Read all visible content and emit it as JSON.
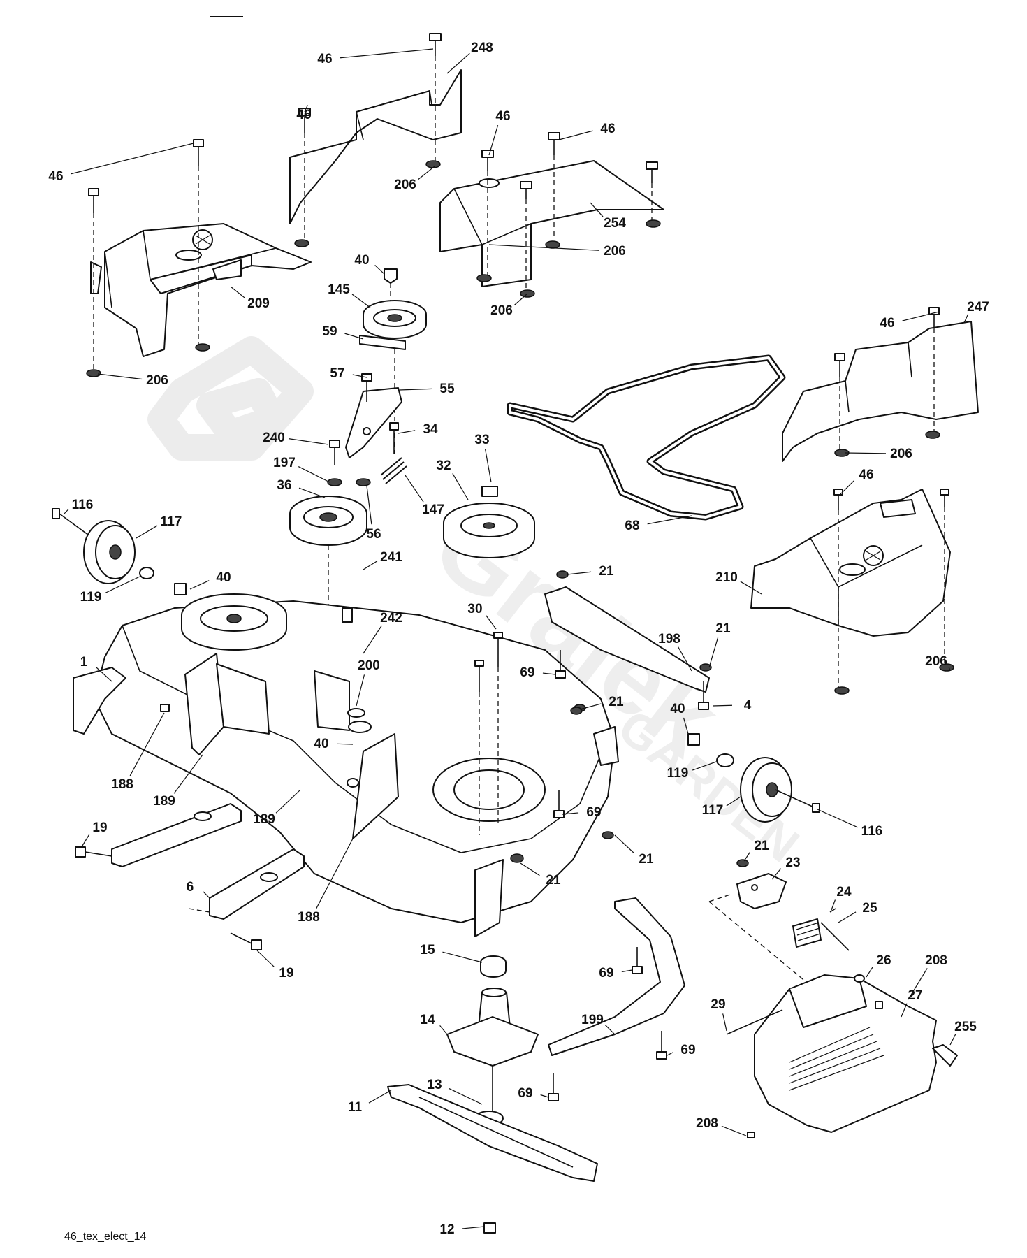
{
  "diagram": {
    "caption": "46_tex_elect_14",
    "callouts": [
      {
        "id": "c-46-a",
        "text": "46"
      },
      {
        "id": "c-248",
        "text": "248"
      },
      {
        "id": "c-46-b",
        "text": "46"
      },
      {
        "id": "c-46-c",
        "text": "46"
      },
      {
        "id": "c-206-a",
        "text": "206"
      },
      {
        "id": "c-209",
        "text": "209"
      },
      {
        "id": "c-206-b",
        "text": "206"
      },
      {
        "id": "c-46-d",
        "text": "46"
      },
      {
        "id": "c-46-e",
        "text": "46"
      },
      {
        "id": "c-254",
        "text": "254"
      },
      {
        "id": "c-206-c",
        "text": "206"
      },
      {
        "id": "c-206-d",
        "text": "206"
      },
      {
        "id": "c-40-a",
        "text": "40"
      },
      {
        "id": "c-145",
        "text": "145"
      },
      {
        "id": "c-59",
        "text": "59"
      },
      {
        "id": "c-57",
        "text": "57"
      },
      {
        "id": "c-55",
        "text": "55"
      },
      {
        "id": "c-34",
        "text": "34"
      },
      {
        "id": "c-240",
        "text": "240"
      },
      {
        "id": "c-197",
        "text": "197"
      },
      {
        "id": "c-36",
        "text": "36"
      },
      {
        "id": "c-56",
        "text": "56"
      },
      {
        "id": "c-147",
        "text": "147"
      },
      {
        "id": "c-33",
        "text": "33"
      },
      {
        "id": "c-32",
        "text": "32"
      },
      {
        "id": "c-68",
        "text": "68"
      },
      {
        "id": "c-247",
        "text": "247"
      },
      {
        "id": "c-46-f",
        "text": "46"
      },
      {
        "id": "c-206-e",
        "text": "206"
      },
      {
        "id": "c-46-g",
        "text": "46"
      },
      {
        "id": "c-116-a",
        "text": "116"
      },
      {
        "id": "c-117-a",
        "text": "117"
      },
      {
        "id": "c-40-b",
        "text": "40"
      },
      {
        "id": "c-119-a",
        "text": "119"
      },
      {
        "id": "c-241",
        "text": "241"
      },
      {
        "id": "c-242",
        "text": "242"
      },
      {
        "id": "c-30",
        "text": "30"
      },
      {
        "id": "c-21-a",
        "text": "21"
      },
      {
        "id": "c-198",
        "text": "198"
      },
      {
        "id": "c-21-b",
        "text": "21"
      },
      {
        "id": "c-210",
        "text": "210"
      },
      {
        "id": "c-206-f",
        "text": "206"
      },
      {
        "id": "c-1",
        "text": "1"
      },
      {
        "id": "c-200",
        "text": "200"
      },
      {
        "id": "c-69-a",
        "text": "69"
      },
      {
        "id": "c-4",
        "text": "4"
      },
      {
        "id": "c-40-c",
        "text": "40"
      },
      {
        "id": "c-21-c",
        "text": "21"
      },
      {
        "id": "c-40-d",
        "text": "40"
      },
      {
        "id": "c-119-b",
        "text": "119"
      },
      {
        "id": "c-188-a",
        "text": "188"
      },
      {
        "id": "c-189-a",
        "text": "189"
      },
      {
        "id": "c-117-b",
        "text": "117"
      },
      {
        "id": "c-116-b",
        "text": "116"
      },
      {
        "id": "c-69-b",
        "text": "69"
      },
      {
        "id": "c-189-b",
        "text": "189"
      },
      {
        "id": "c-19-a",
        "text": "19"
      },
      {
        "id": "c-21-d",
        "text": "21"
      },
      {
        "id": "c-21-e",
        "text": "21"
      },
      {
        "id": "c-21-f",
        "text": "21"
      },
      {
        "id": "c-23",
        "text": "23"
      },
      {
        "id": "c-6",
        "text": "6"
      },
      {
        "id": "c-188-b",
        "text": "188"
      },
      {
        "id": "c-24",
        "text": "24"
      },
      {
        "id": "c-25",
        "text": "25"
      },
      {
        "id": "c-15",
        "text": "15"
      },
      {
        "id": "c-26",
        "text": "26"
      },
      {
        "id": "c-208-a",
        "text": "208"
      },
      {
        "id": "c-19-b",
        "text": "19"
      },
      {
        "id": "c-69-c",
        "text": "69"
      },
      {
        "id": "c-14",
        "text": "14"
      },
      {
        "id": "c-199",
        "text": "199"
      },
      {
        "id": "c-29",
        "text": "29"
      },
      {
        "id": "c-27",
        "text": "27"
      },
      {
        "id": "c-69-d",
        "text": "69"
      },
      {
        "id": "c-255",
        "text": "255"
      },
      {
        "id": "c-13",
        "text": "13"
      },
      {
        "id": "c-69-e",
        "text": "69"
      },
      {
        "id": "c-11",
        "text": "11"
      },
      {
        "id": "c-208-b",
        "text": "208"
      },
      {
        "id": "c-12",
        "text": "12"
      }
    ]
  }
}
